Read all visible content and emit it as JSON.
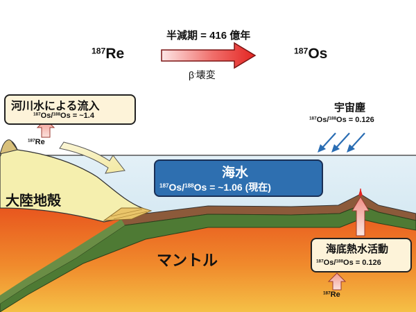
{
  "decay": {
    "parent_mass": "187",
    "parent_element": "Re",
    "daughter_mass": "187",
    "daughter_element": "Os",
    "half_life": "半減期 = 416 億年",
    "process_beta": "β",
    "process_minus": "-",
    "process_word": "壊変"
  },
  "river_input": {
    "title": "河川水による流入",
    "ratio_a_mass": "187",
    "ratio_a_el": "Os/",
    "ratio_b_mass": "188",
    "ratio_b_el": "Os = ~1.4",
    "source_mass": "187",
    "source_el": "Re"
  },
  "cosmic_dust": {
    "title": "宇宙塵",
    "ratio_a_mass": "187",
    "ratio_a_el": "Os/",
    "ratio_b_mass": "188",
    "ratio_b_el": "Os = 0.126"
  },
  "seawater": {
    "title": "海水",
    "ratio_a_mass": "187",
    "ratio_a_el": "Os/",
    "ratio_b_mass": "188",
    "ratio_b_el": "Os = ~1.06 (現在)"
  },
  "continental_crust": {
    "label": "大陸地殻"
  },
  "mantle": {
    "label": "マントル"
  },
  "hydrothermal": {
    "title": "海底熱水活動",
    "ratio_a_mass": "187",
    "ratio_a_el": "Os/",
    "ratio_b_mass": "188",
    "ratio_b_el": "Os = 0.126",
    "source_mass": "187",
    "source_el": "Re"
  },
  "colors": {
    "sea": "#cde5f1",
    "seawater_box": "#2e6fb0",
    "continent": "#f5efae",
    "mantle_hot": "#e8561e",
    "mantle_cool": "#f5c046",
    "crust_green": "#4e7a34",
    "box_fill": "#fdf3d9",
    "arrow_red": "#e42522",
    "arrow_pink": "#f4a8a0",
    "dust_arrow": "#2a6db3"
  }
}
